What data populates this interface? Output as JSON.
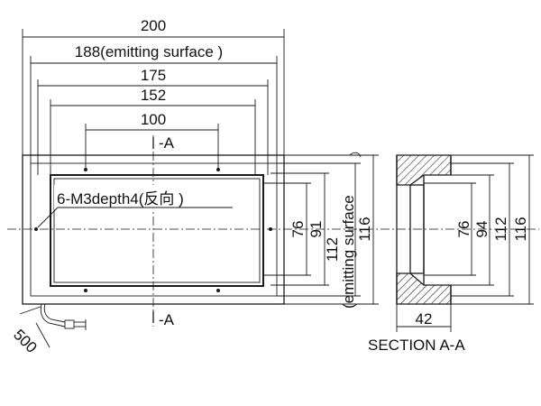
{
  "dimensions": {
    "overall_width": "200",
    "emitting_width": "188(emitting surface )",
    "width_175": "175",
    "width_152": "152",
    "hole_spacing": "100",
    "height_76": "76",
    "height_91": "91",
    "emitting_height": "112",
    "emitting_height_label": "(emitting surface",
    "overall_height": "116",
    "cable_length": "500"
  },
  "annotations": {
    "hole_note": "6-M3depth4(反向 )",
    "section_marker_top": "-A",
    "section_marker_bottom": "-A"
  },
  "section": {
    "height_76": "76",
    "height_94": "94",
    "height_112": "112",
    "height_116": "116",
    "depth": "42",
    "title": "SECTION A-A"
  }
}
